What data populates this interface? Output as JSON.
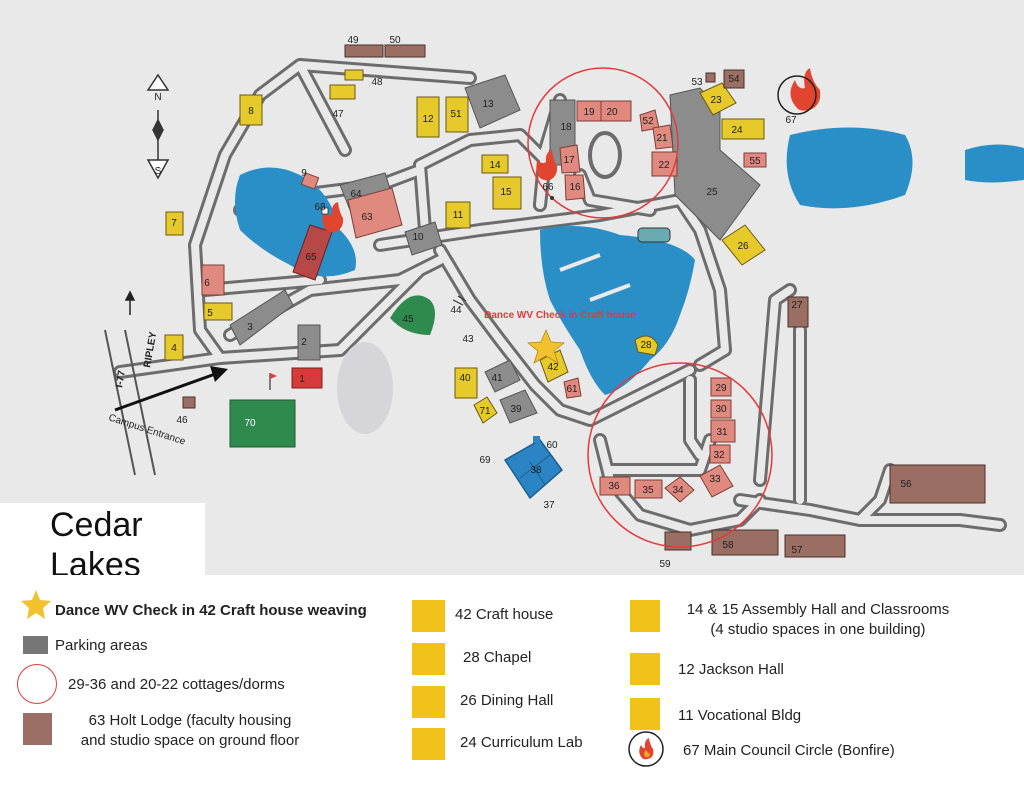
{
  "title_line1": "Cedar",
  "title_line2": "Lakes",
  "map": {
    "campus_entrance": "Campus Entrance",
    "ripley": "RIPLEY",
    "i77": "I-77",
    "compass_n": "N",
    "compass_s": "S",
    "dance_label": "Dance WV Check in Craft house",
    "buildings": [
      "1",
      "2",
      "3",
      "4",
      "5",
      "6",
      "7",
      "8",
      "9",
      "10",
      "11",
      "12",
      "13",
      "14",
      "15",
      "16",
      "17",
      "18",
      "19",
      "20",
      "21",
      "22",
      "23",
      "24",
      "25",
      "26",
      "27",
      "28",
      "29",
      "30",
      "31",
      "32",
      "33",
      "34",
      "35",
      "36",
      "37",
      "38",
      "39",
      "40",
      "41",
      "42",
      "43",
      "44",
      "45",
      "46",
      "47",
      "48",
      "49",
      "50",
      "51",
      "52",
      "53",
      "54",
      "55",
      "56",
      "57",
      "58",
      "59",
      "60",
      "61",
      "63",
      "64",
      "65",
      "66",
      "67",
      "68",
      "69",
      "70",
      "71"
    ]
  },
  "legend": {
    "star": "Dance WV Check in 42 Craft house weaving",
    "parking": "Parking areas",
    "cottages": "29-36 and 20-22 cottages/dorms",
    "holt_line1": "63 Holt Lodge (faculty housing",
    "holt_line2": "and studio space on ground floor",
    "craft": "42 Craft house",
    "chapel": "28 Chapel",
    "dining": "26 Dining Hall",
    "curriculum": "24 Curriculum Lab",
    "assembly_line1": "14 & 15 Assembly Hall and Classrooms",
    "assembly_line2": "(4 studio spaces in one building)",
    "jackson": "12 Jackson Hall",
    "vocational": "11 Vocational Bldg",
    "council": "67 Main Council Circle (Bonfire)"
  },
  "colors": {
    "yellow": "#e6c92a",
    "salmon": "#e08a7f",
    "gray": "#8c8c8c",
    "blue": "#2b8fc7",
    "brown": "#9a6e62",
    "red": "#e23a3a",
    "green": "#2f8a4d",
    "star": "#f2c12e",
    "legend_yellow": "#f0c21a",
    "legend_brown": "#9b6f65",
    "legend_gray": "#767676"
  }
}
